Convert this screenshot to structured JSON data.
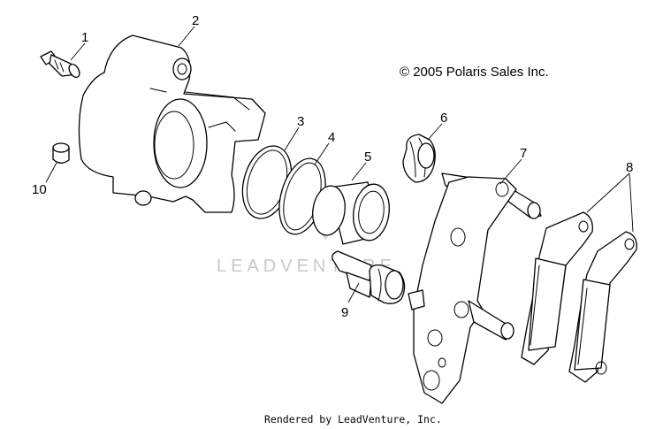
{
  "copyright": "© 2005 Polaris Sales Inc.",
  "watermark": "LEADVENTURE",
  "footer": "Rendered by LeadVenture, Inc.",
  "callouts": [
    {
      "id": "1",
      "label": "1"
    },
    {
      "id": "2",
      "label": "2"
    },
    {
      "id": "3",
      "label": "3"
    },
    {
      "id": "4",
      "label": "4"
    },
    {
      "id": "5",
      "label": "5"
    },
    {
      "id": "6",
      "label": "6"
    },
    {
      "id": "7",
      "label": "7"
    },
    {
      "id": "8",
      "label": "8"
    },
    {
      "id": "9",
      "label": "9"
    },
    {
      "id": "10",
      "label": "10"
    }
  ],
  "colors": {
    "line": "#000000",
    "watermark": "#c8c8c8"
  }
}
